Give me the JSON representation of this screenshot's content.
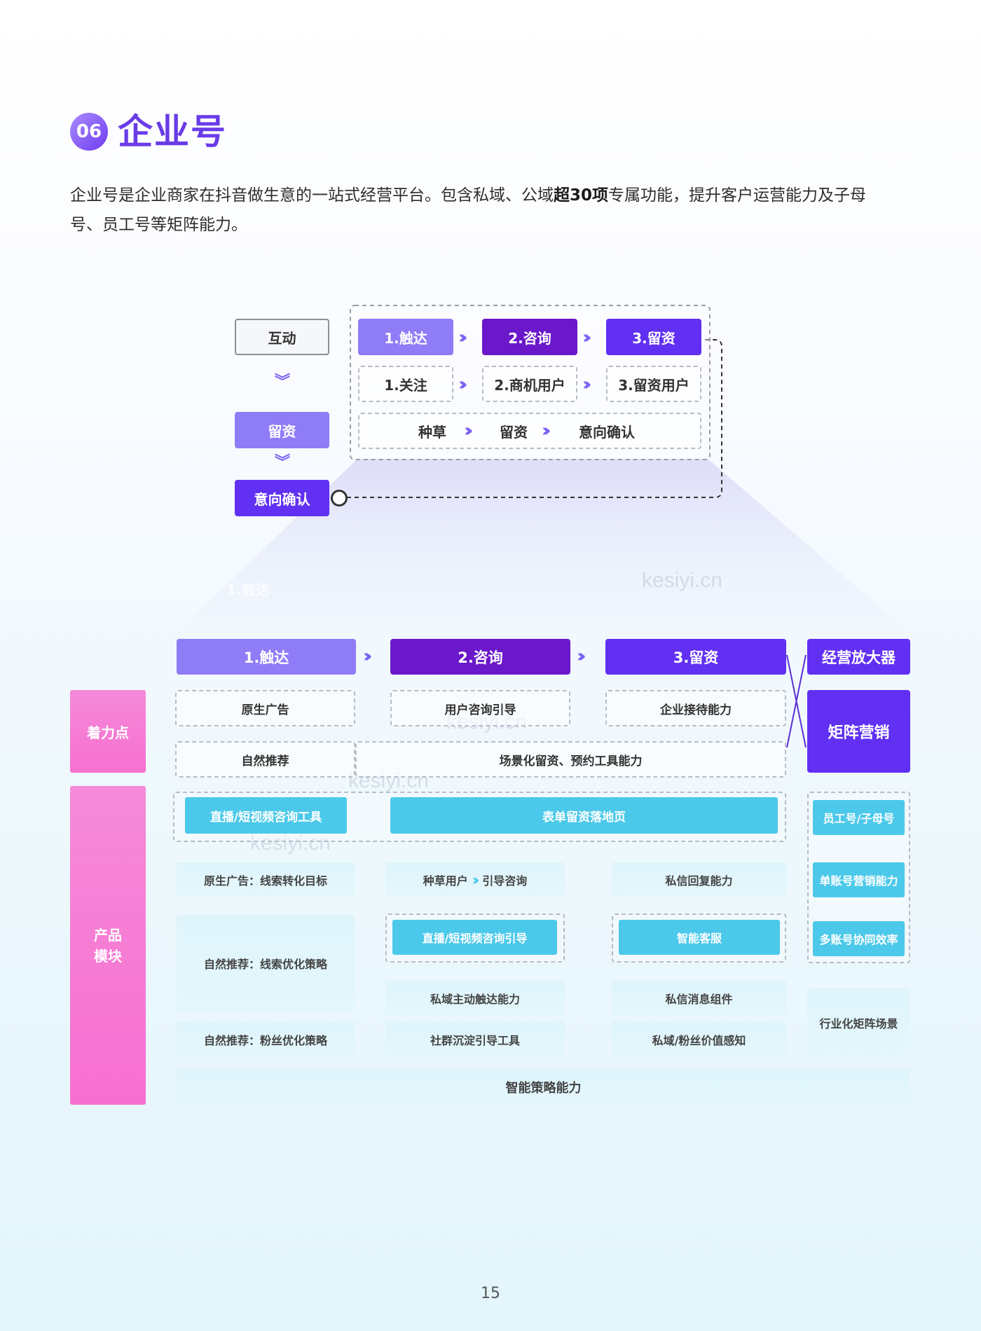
{
  "header": {
    "number": "06",
    "title": "企业号"
  },
  "intro": {
    "line1_a": "企业号是企业商家在抖音做生意的一站式经营平台。包含私域、公域",
    "line1_bold": "超30项",
    "line1_b": "专属功能，提升客户运营能力及子母",
    "line2": "号、员工号等矩阵能力。"
  },
  "top_diagram": {
    "left_column": [
      "互动",
      "留资",
      "意向确认"
    ],
    "row1": [
      "1.触达",
      "2.咨询",
      "3.留资"
    ],
    "row2": [
      "1.关注",
      "2.商机用户",
      "3.留资用户"
    ],
    "row3": [
      "种草",
      "留资",
      "意向确认"
    ]
  },
  "faded_label": "1.触达",
  "matrix": {
    "stages": [
      "1.触达",
      "2.咨询",
      "3.留资"
    ],
    "amplifier": "经营放大器",
    "matrix_marketing": "矩阵营销",
    "focus_label": "着力点",
    "product_label": "产品\n模块",
    "focus_row1": [
      "原生广告",
      "用户咨询引导",
      "企业接待能力"
    ],
    "focus_row2": [
      "自然推荐",
      "场景化留资、预约工具能力"
    ],
    "tools": [
      "直播/短视频咨询工具",
      "表单留资落地页"
    ],
    "col1": [
      "原生广告：线索转化目标",
      "自然推荐：线索优化策略",
      "自然推荐：粉丝优化策略"
    ],
    "col2_a": "种草用户",
    "col2_b": "引导咨询",
    "col2": [
      "直播/短视频咨询引导",
      "私域主动触达能力",
      "社群沉淀引导工具"
    ],
    "col3": [
      "私信回复能力",
      "智能客服",
      "私信消息组件",
      "私域/粉丝价值感知"
    ],
    "col4": [
      "员工号/子母号",
      "单账号营销能力",
      "多账号协同效率",
      "行业化矩阵场景"
    ],
    "bottom": "智能策略能力"
  },
  "watermarks": [
    "kesiyi.cn",
    "kesiyi.cn",
    "kesiyi.cn",
    "kesiyi.cn"
  ],
  "page_number": "15",
  "colors": {
    "light_purple": "#8f7cf7",
    "deep_purple": "#6a18c9",
    "violet": "#6130f2",
    "cyan": "#4cc9ea",
    "pink": "#f76fd0"
  }
}
